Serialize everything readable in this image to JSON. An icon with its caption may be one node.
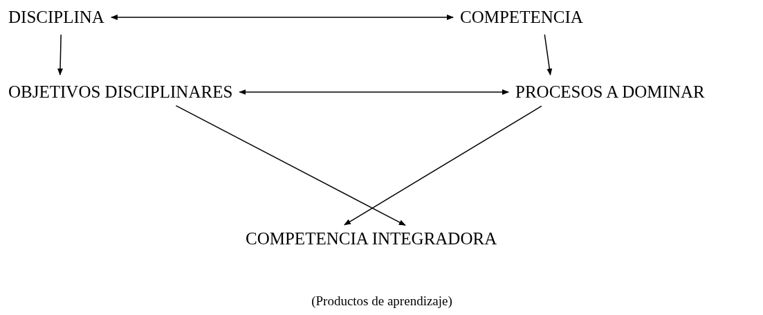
{
  "diagram": {
    "nodes": [
      {
        "text": [
          "DISCIPLINA"
        ]
      },
      {
        "text": [
          "COMPETENCIA"
        ]
      },
      {
        "text": [
          "OBJETIVOS DISCIPLINARES"
        ]
      },
      {
        "text": [
          "PROCESOS A DOMINAR"
        ]
      },
      {
        "text": [
          "COMPETENCIA INTEGRADORA"
        ],
        "beside": [
          "(Productos de aprendizaje)"
        ]
      }
    ],
    "edges": [
      {
        "from": 0,
        "to": 1,
        "arrow": "both"
      },
      {
        "from": 0,
        "to": 2,
        "arrow": "to"
      },
      {
        "from": 1,
        "to": 3,
        "arrow": "to"
      },
      {
        "from": 2,
        "to": 3,
        "arrow": "both"
      },
      {
        "from": 2,
        "to": 4,
        "arrow": "to"
      },
      {
        "from": 3,
        "to": 4,
        "arrow": "to"
      }
    ]
  }
}
